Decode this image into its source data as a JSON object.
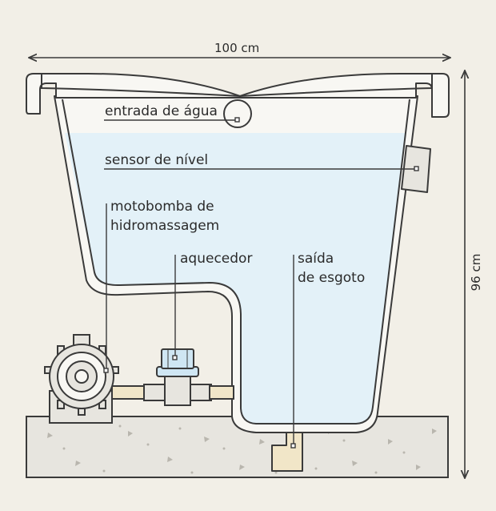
{
  "dimensions": {
    "width_label": "100 cm",
    "height_label": "96 cm"
  },
  "labels": {
    "water_inlet": "entrada de água",
    "level_sensor": "sensor de nível",
    "pump_line1": "motobomba de",
    "pump_line2": "hidromassagem",
    "heater": "aquecedor",
    "drain_line1": "saída",
    "drain_line2": "de esgoto"
  },
  "colors": {
    "background": "#f2efe7",
    "water": "#e3f1f8",
    "tub_fill": "#f8f7f3",
    "outline": "#3a3a3a",
    "concrete": "#e7e5df",
    "pipe": "#f1e6c8",
    "heater_cap": "#cfe6f3"
  }
}
